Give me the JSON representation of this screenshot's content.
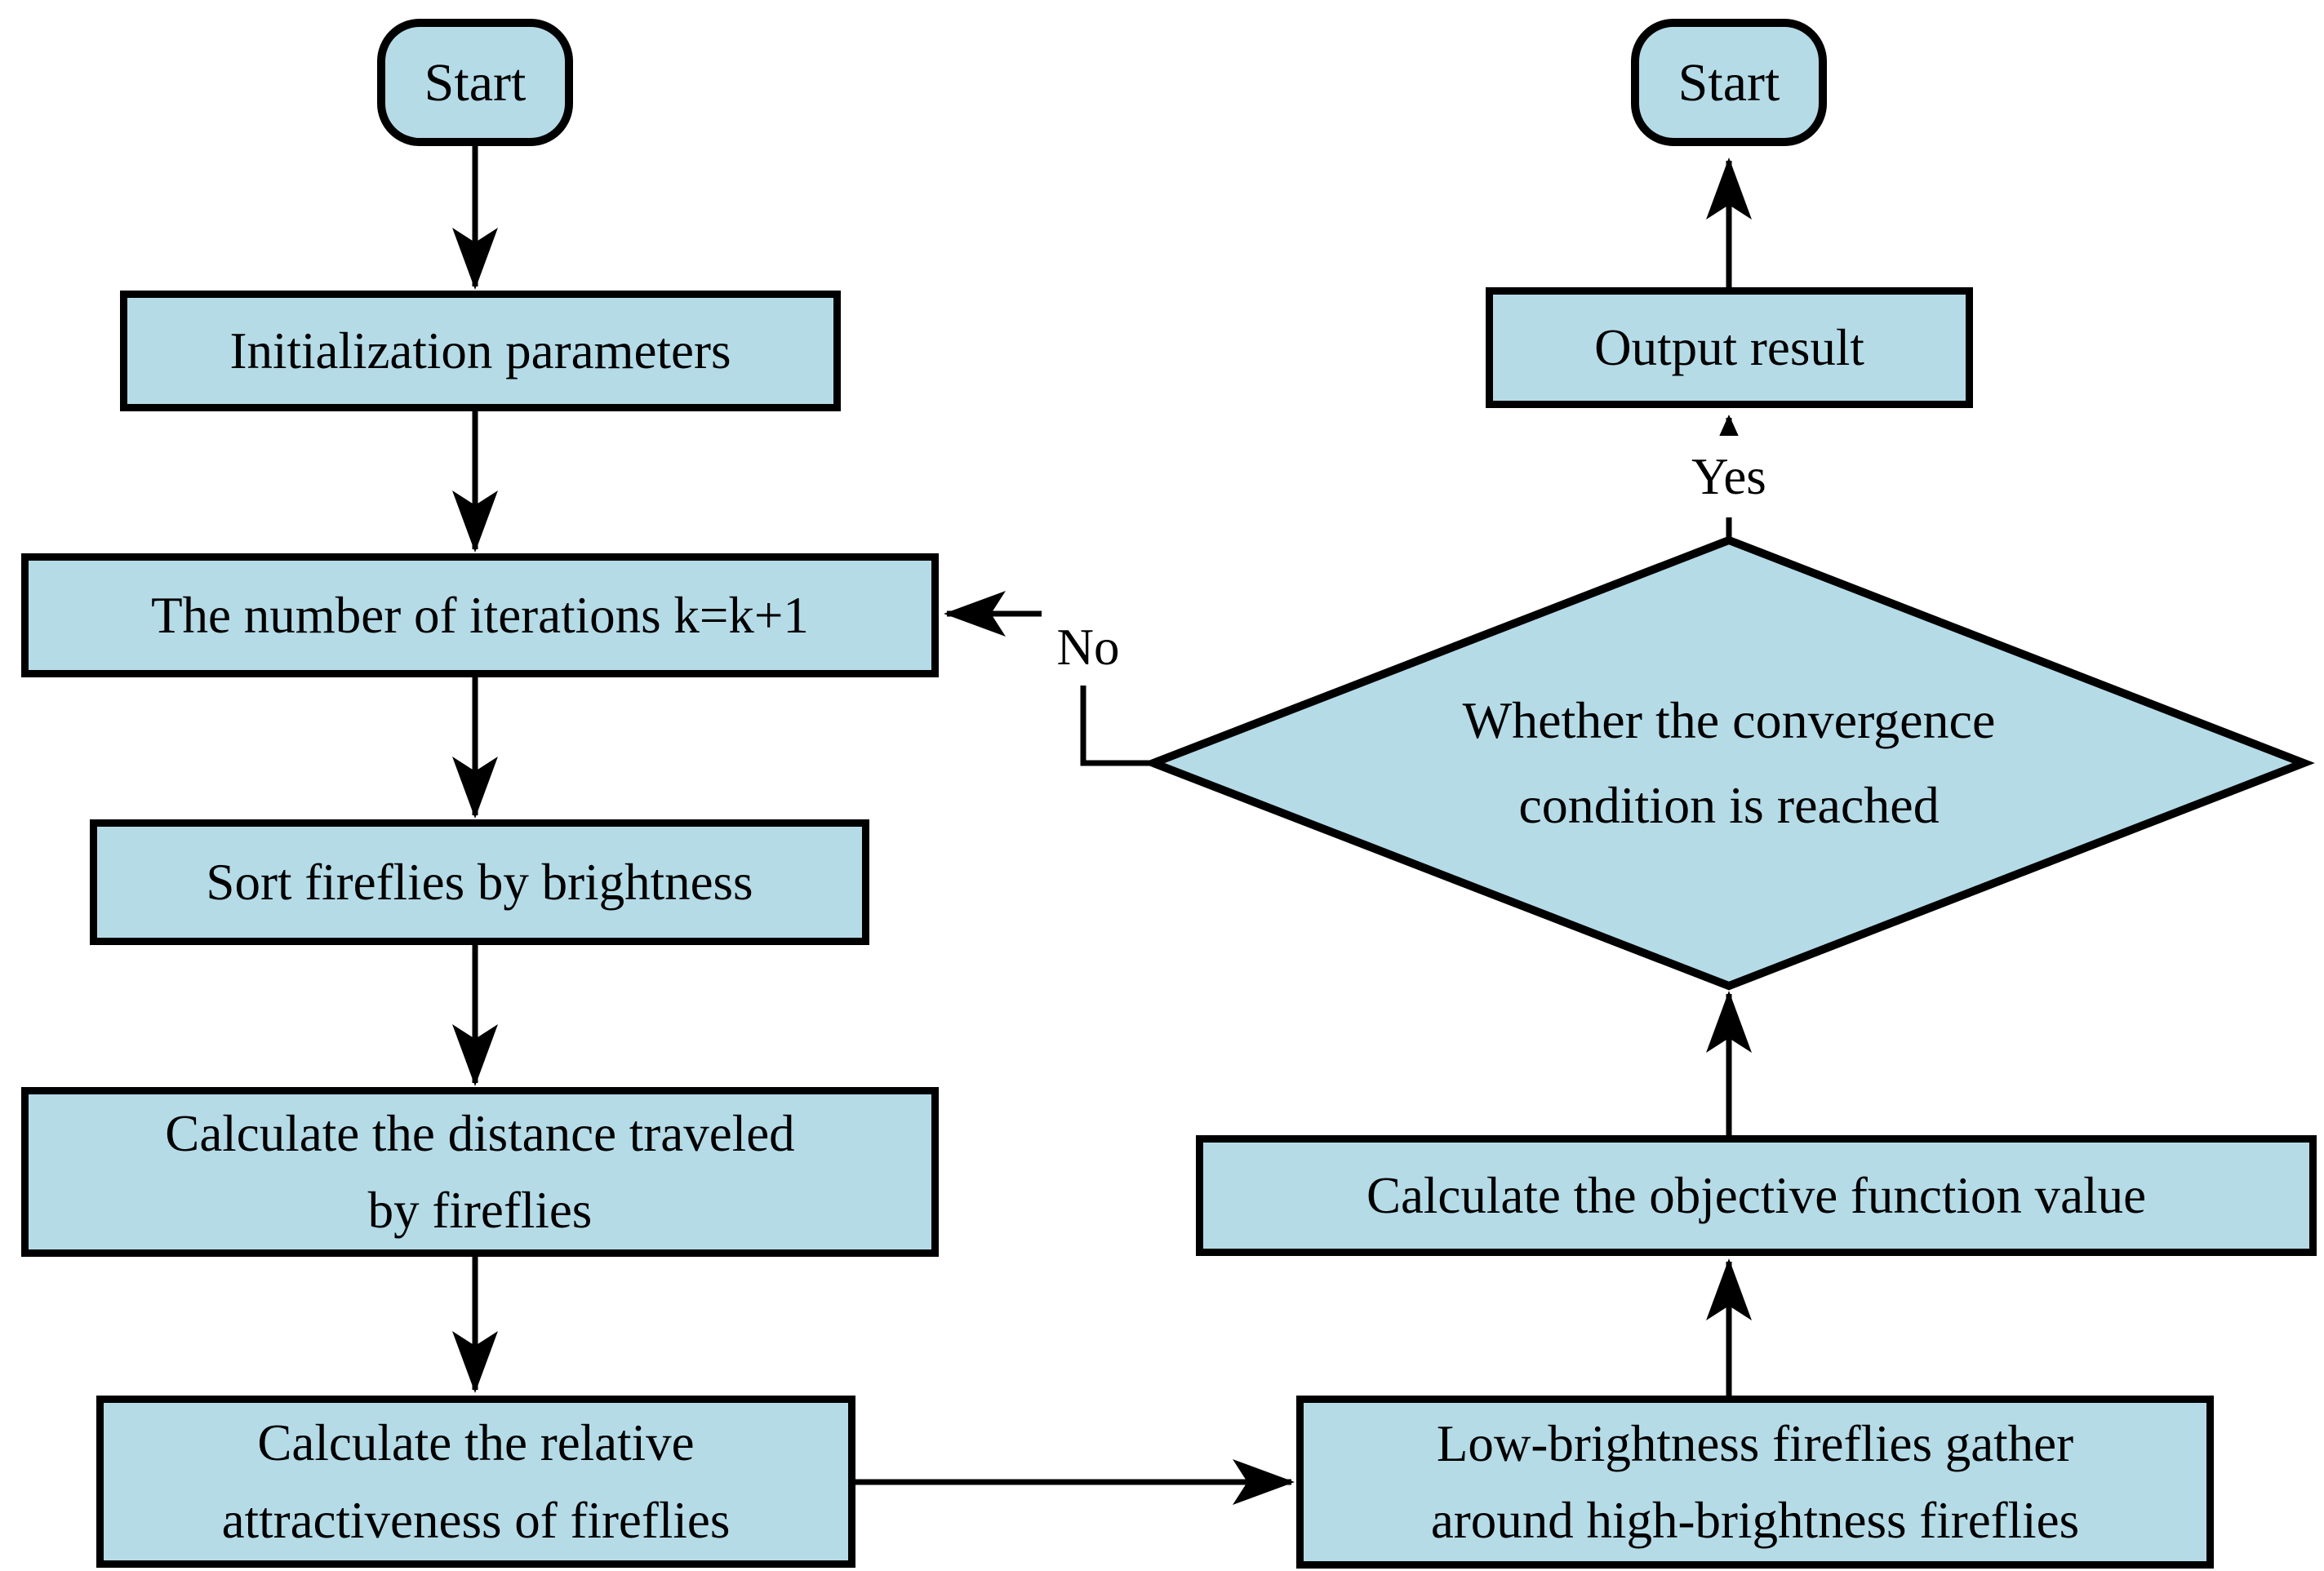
{
  "nodes": {
    "start_left": {
      "label": "Start"
    },
    "init_params": {
      "label": "Initialization parameters"
    },
    "iterations": {
      "label": "The number of iterations k=k+1"
    },
    "sort_fireflies": {
      "label": "Sort fireflies by brightness"
    },
    "calc_distance": {
      "label": "Calculate the distance traveled\nby fireflies"
    },
    "calc_attractiveness": {
      "label": "Calculate the relative\nattractiveness of fireflies"
    },
    "gather": {
      "label": "Low-brightness fireflies gather\naround high-brightness fireflies"
    },
    "calc_objective": {
      "label": "Calculate the objective function value"
    },
    "decision": {
      "label": "Whether the convergence\ncondition is reached"
    },
    "output_result": {
      "label": "Output result"
    },
    "start_right": {
      "label": "Start"
    }
  },
  "edge_labels": {
    "yes": "Yes",
    "no": "No"
  },
  "colors": {
    "node_fill": "#b5dbe7",
    "node_stroke": "#000000",
    "line": "#000000",
    "background": "#ffffff",
    "text": "#000000"
  }
}
